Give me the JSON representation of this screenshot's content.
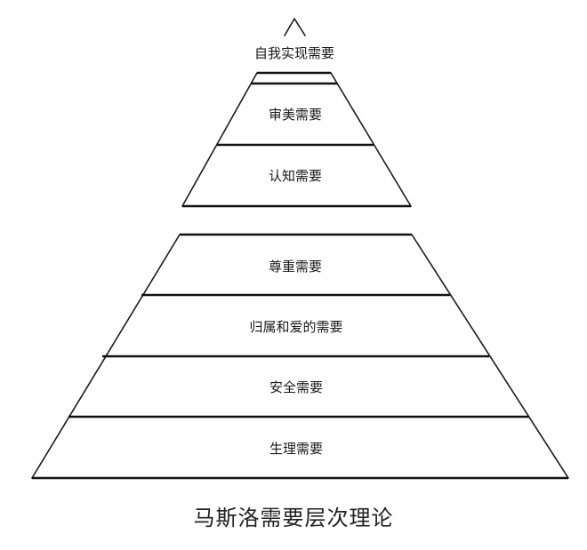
{
  "diagram": {
    "upper_levels": [
      {
        "id": "self-actualization",
        "label": "自我实现需要"
      },
      {
        "id": "aesthetic",
        "label": "审美需要"
      },
      {
        "id": "cognitive",
        "label": "认知需要"
      }
    ],
    "lower_levels": [
      {
        "id": "esteem",
        "label": "尊重需要"
      },
      {
        "id": "belonging",
        "label": "归属和爱的需要"
      },
      {
        "id": "safety",
        "label": "安全需要"
      },
      {
        "id": "physiological",
        "label": "生理需要"
      }
    ],
    "caption": "马斯洛需要层次理论"
  }
}
